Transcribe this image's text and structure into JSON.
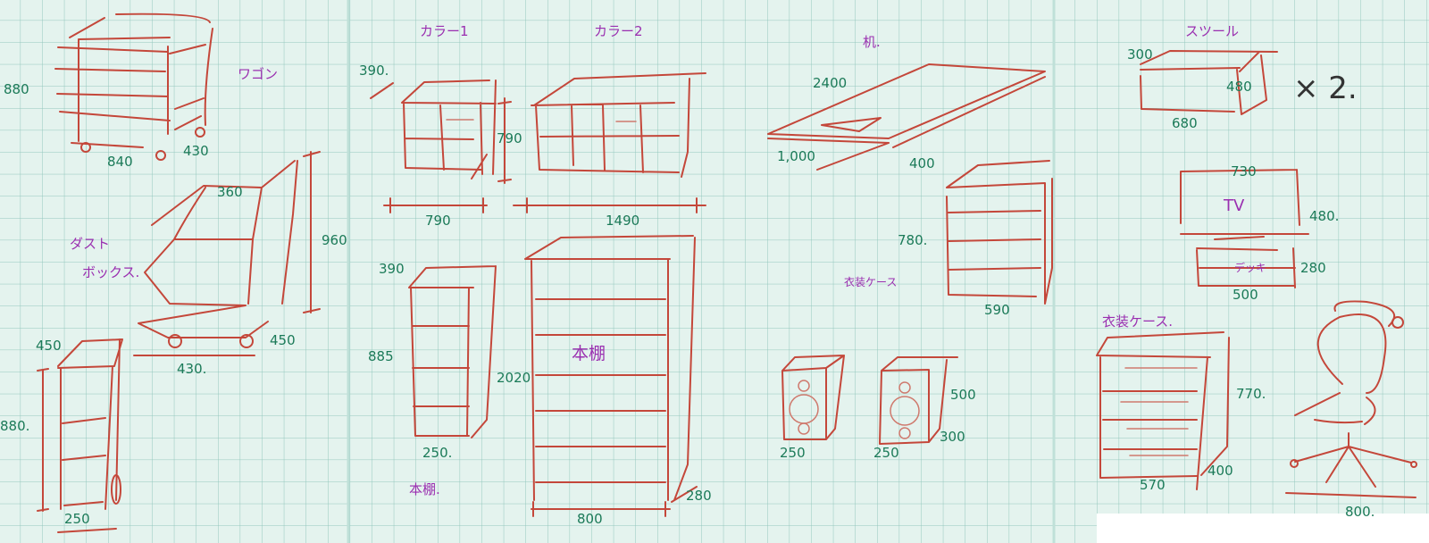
{
  "colors": {
    "paper": "#e4f3ee",
    "grid": "#93c7bd",
    "sketch": "#c4473a",
    "dimension_text": "#1b7a58",
    "label_text": "#9a2fb0"
  },
  "sketches": {
    "wagon": {
      "label": "ワゴン",
      "height": "880",
      "width": "840",
      "depth": "430"
    },
    "dust_box": {
      "label_line1": "ダスト",
      "label_line2": "ボックス.",
      "top": "360",
      "height": "960",
      "depth": "450",
      "width": "430."
    },
    "narrow_rack": {
      "depth": "450",
      "height": "880.",
      "width": "250"
    },
    "color_box_1": {
      "label": "カラー1",
      "depth": "390.",
      "height": "790",
      "width": "790"
    },
    "color_box_2": {
      "label": "カラー2",
      "width": "1490"
    },
    "small_bookshelf": {
      "label": "本棚.",
      "depth": "390",
      "height": "885",
      "width": "250."
    },
    "bookshelf": {
      "label": "本棚",
      "height": "2020",
      "width": "800",
      "depth": "280"
    },
    "desk": {
      "label": "机.",
      "length": "2400",
      "width": "1,000"
    },
    "clothes_case_1": {
      "label": "衣装ケース",
      "depth": "400",
      "height": "780.",
      "width": "590"
    },
    "speakers": {
      "width_left": "250",
      "width_right": "250",
      "height": "500",
      "depth": "300"
    },
    "stool": {
      "label": "スツール",
      "depth": "300",
      "height": "480",
      "width": "680",
      "multiplier": "× 2."
    },
    "tv": {
      "label": "TV",
      "width": "730",
      "height": "480."
    },
    "deck": {
      "label": "デッキ",
      "height": "280",
      "width": "500"
    },
    "clothes_case_2": {
      "label": "衣装ケース.",
      "height": "770.",
      "width": "570",
      "depth": "400"
    },
    "chair": {
      "width": "800."
    }
  }
}
